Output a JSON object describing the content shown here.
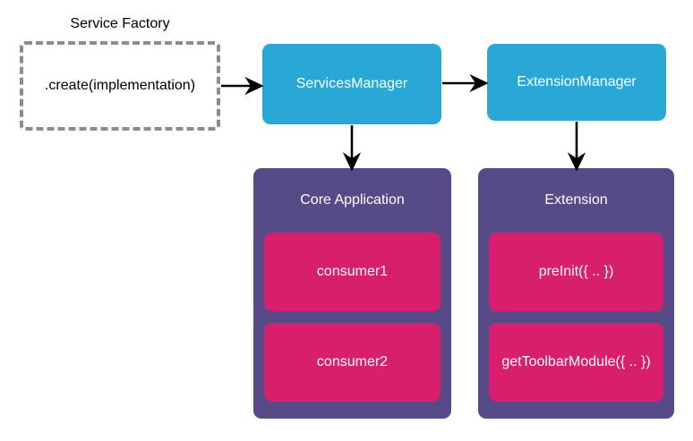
{
  "diagram": {
    "colors": {
      "blue": "#29a8d8",
      "purple": "#564a87",
      "pink": "#d81f6e",
      "dashed_border": "#8c8c8c",
      "arrow": "#000000",
      "background": "#ffffff",
      "text_dark": "#000000",
      "text_light": "#ffffff"
    },
    "service_factory": {
      "title": "Service Factory",
      "box_label": ".create(implementation)"
    },
    "managers": [
      {
        "label": "ServicesManager"
      },
      {
        "label": "ExtensionManager"
      }
    ],
    "panels": [
      {
        "title": "Core Application",
        "items": [
          {
            "label": "consumer1"
          },
          {
            "label": "consumer2"
          }
        ]
      },
      {
        "title": "Extension",
        "items": [
          {
            "label": "preInit({ .. })"
          },
          {
            "label": "getToolbarModule({ .. })"
          }
        ]
      }
    ],
    "arrows": [
      {
        "name": "service-factory-to-services-manager",
        "direction": "right"
      },
      {
        "name": "services-manager-to-extension-manager",
        "direction": "right"
      },
      {
        "name": "services-manager-to-core-application",
        "direction": "down"
      },
      {
        "name": "extension-manager-to-extension",
        "direction": "down"
      }
    ]
  }
}
